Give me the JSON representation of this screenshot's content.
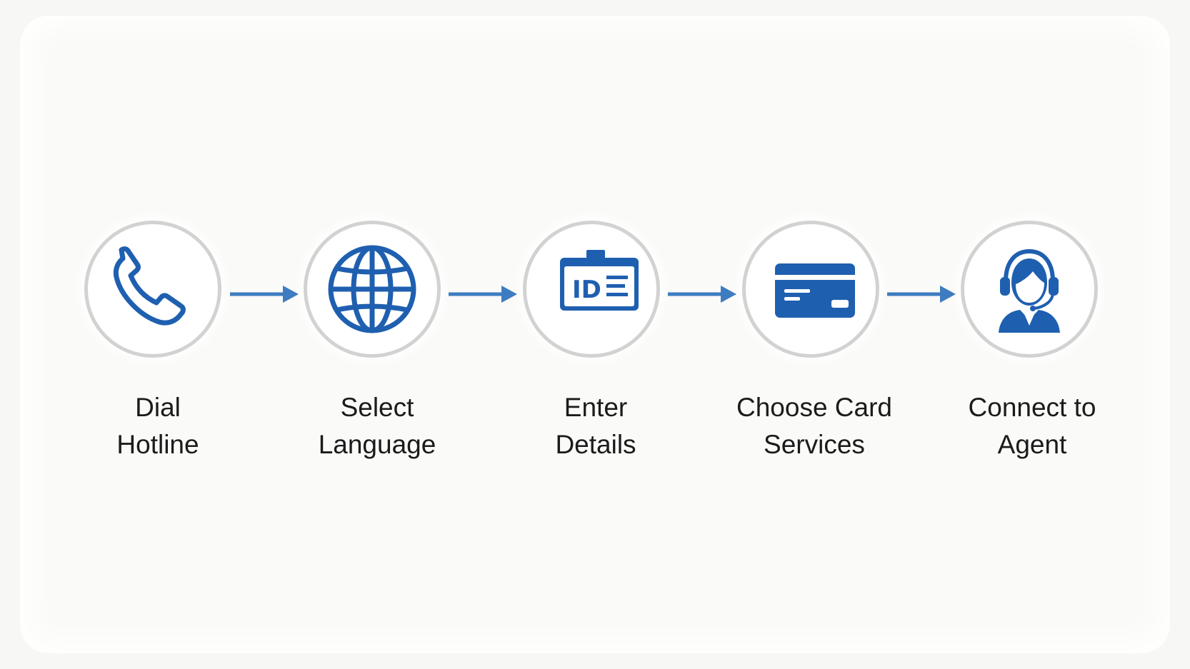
{
  "steps": [
    {
      "line1": "Dial",
      "line2": "Hotline",
      "icon": "phone-icon"
    },
    {
      "line1": "Select",
      "line2": "Language",
      "icon": "globe-icon"
    },
    {
      "line1": "Enter",
      "line2": "Details",
      "icon": "id-card-icon"
    },
    {
      "line1": "Choose Card",
      "line2": "Services",
      "icon": "credit-card-icon"
    },
    {
      "line1": "Connect to",
      "line2": "Agent",
      "icon": "headset-agent-icon"
    }
  ],
  "colors": {
    "icon": "#1f5fb0",
    "arrow": "#3d7cc0",
    "ring": "#d2d2d2",
    "text": "#1b1b1b"
  }
}
